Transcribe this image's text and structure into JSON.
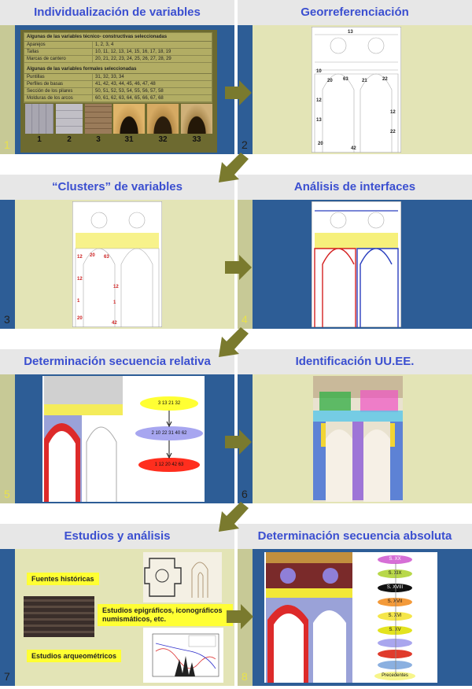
{
  "panels": [
    {
      "number": "1",
      "title": "Individualización de variables"
    },
    {
      "number": "2",
      "title": "Georreferenciación"
    },
    {
      "number": "3",
      "title": "“Clusters” de variables"
    },
    {
      "number": "4",
      "title": "Análisis de interfaces"
    },
    {
      "number": "5",
      "title": "Determinación secuencia relativa"
    },
    {
      "number": "6",
      "title": "Identificación UU.EE."
    },
    {
      "number": "7",
      "title": "Estudios y análisis"
    },
    {
      "number": "8",
      "title": "Determinación secuencia absoluta"
    }
  ],
  "table": {
    "header1": "Algunas de las variables técnico- constructivas seleccionadas",
    "rows1": [
      {
        "label": "Aparejos",
        "values": "1, 2, 3, 4"
      },
      {
        "label": "Tallas",
        "values": "10, 11, 12, 13, 14, 15, 16, 17, 18, 19"
      },
      {
        "label": "Marcas de cantero",
        "values": "20, 21, 22, 23, 24, 25, 26, 27, 28, 29"
      }
    ],
    "header2": "Algunas de las variables formales seleccionadas",
    "rows2": [
      {
        "label": "Puntillas",
        "values": "31, 32, 33, 34"
      },
      {
        "label": "Perfiles de basas",
        "values": "41, 42, 43, 44, 45, 46, 47, 48"
      },
      {
        "label": "Sección de los pilares",
        "values": "50, 51, 52, 53, 54, 55, 56, 57, 58"
      },
      {
        "label": "Molduras de los arcos",
        "values": "60, 61, 62, 63, 64, 65, 66, 67, 68"
      }
    ]
  },
  "thumbnails": [
    "1",
    "2",
    "3",
    "31",
    "32",
    "33"
  ],
  "relative_sequence": [
    "3 13 21 32",
    "2 10 22 31 40 62",
    "1 12 20 42 63"
  ],
  "studies": [
    "Fuentes históricas",
    "Estudios epigráficos, iconográficos numismáticos, etc.",
    "Estudios arqueométricos"
  ],
  "absolute_sequence": [
    "S. XX",
    "S. XIX",
    "S. XVIII",
    "S. XVII",
    "S. XVI",
    "S. XV",
    "",
    "",
    "",
    "Precedentes"
  ],
  "colors": {
    "blue": "#2d5d96",
    "olive": "#e3e4b6",
    "title": "#3b4fd0",
    "arrow": "#7a7a2e"
  }
}
